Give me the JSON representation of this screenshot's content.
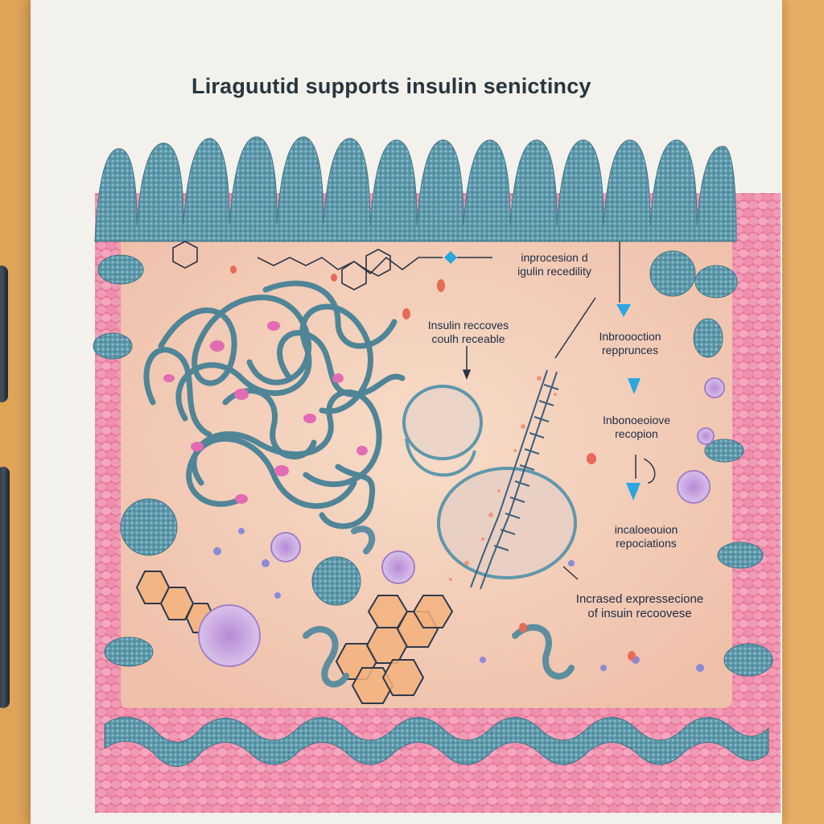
{
  "title": "Liraguutid supports insulin senictincy",
  "labels": [
    {
      "id": "label-1",
      "lines": [
        "inprocesion d",
        "igulin recedility"
      ]
    },
    {
      "id": "label-2",
      "lines": [
        "Insulin reccoves",
        "coulh receable"
      ]
    },
    {
      "id": "label-3",
      "lines": [
        "Inbroooction",
        "repprunces"
      ]
    },
    {
      "id": "label-4",
      "lines": [
        "Inbonoeoiove",
        "recopion"
      ]
    },
    {
      "id": "label-5",
      "lines": [
        "incaloeouion",
        "repociations"
      ]
    },
    {
      "id": "label-6",
      "lines": [
        "Incrased expressecione",
        "of insuin recoovese"
      ]
    }
  ],
  "colors": {
    "membrane_blue": "#5f97aa",
    "tissue_pink": "#e8789a",
    "cytoplasm": "#f4cdb9",
    "label_text": "#222e44",
    "arrow_blue": "#2aa7e0"
  },
  "icons": [
    "pen",
    "protein-tangle",
    "vesicle",
    "receptor-helix",
    "hexagon-chain",
    "cell"
  ]
}
